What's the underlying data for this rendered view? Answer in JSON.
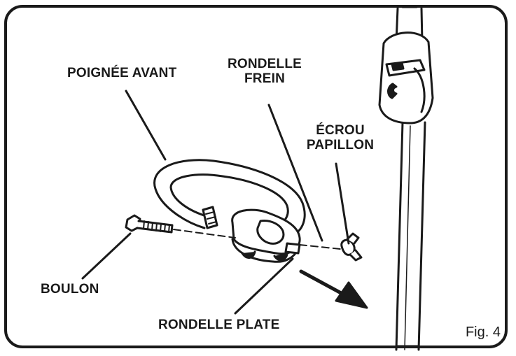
{
  "labels": {
    "front_handle": "POIGNÉE AVANT",
    "lock_washer_line1": "RONDELLE",
    "lock_washer_line2": "FREIN",
    "wing_nut_line1": "ÉCROU",
    "wing_nut_line2": "PAPILLON",
    "bolt": "BOULON",
    "flat_washer": "RONDELLE PLATE"
  },
  "figure_label": "Fig. 4"
}
